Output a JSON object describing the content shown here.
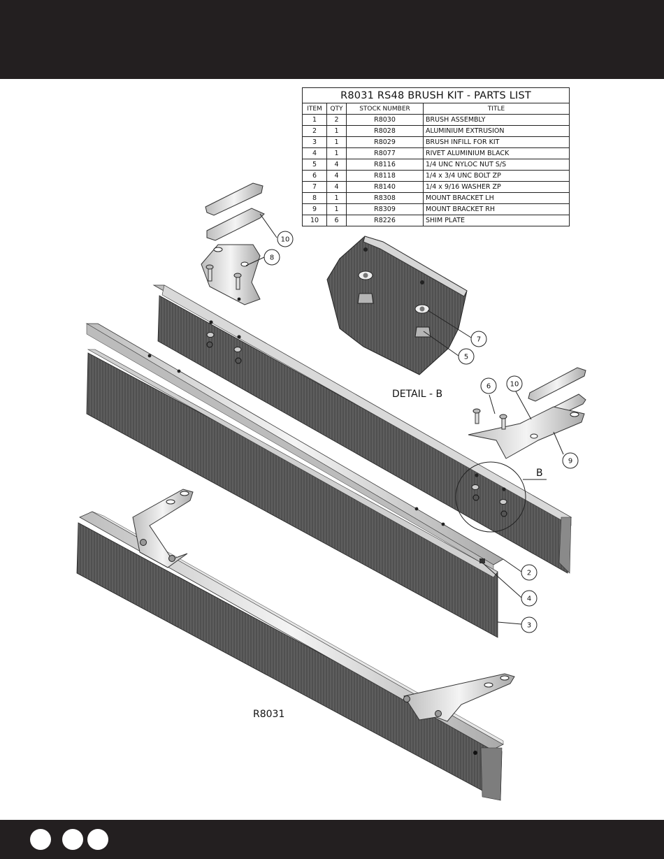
{
  "parts_list": {
    "title": "R8031 RS48 BRUSH KIT - PARTS LIST",
    "headers": [
      "ITEM",
      "QTY",
      "STOCK NUMBER",
      "TITLE"
    ],
    "rows": [
      [
        "1",
        "2",
        "R8030",
        "BRUSH ASSEMBLY"
      ],
      [
        "2",
        "1",
        "R8028",
        "ALUMINIUM EXTRUSION"
      ],
      [
        "3",
        "1",
        "R8029",
        "BRUSH INFILL FOR KIT"
      ],
      [
        "4",
        "1",
        "R8077",
        "RIVET ALUMINIUM BLACK"
      ],
      [
        "5",
        "4",
        "R8116",
        "1/4 UNC NYLOC NUT S/S"
      ],
      [
        "6",
        "4",
        "R8118",
        "1/4 x 3/4  UNC BOLT ZP"
      ],
      [
        "7",
        "4",
        "R8140",
        "1/4 x 9/16 WASHER ZP"
      ],
      [
        "8",
        "1",
        "R8308",
        "MOUNT BRACKET LH"
      ],
      [
        "9",
        "1",
        "R8309",
        "MOUNT BRACKET RH"
      ],
      [
        "10",
        "6",
        "R8226",
        "SHIM PLATE"
      ]
    ]
  },
  "drawing": {
    "detail_label": "DETAIL - B",
    "detail_marker": "B",
    "assembly_label": "R8031",
    "balloons": [
      "10",
      "8",
      "7",
      "5",
      "6",
      "10",
      "9",
      "2",
      "4",
      "3"
    ]
  },
  "colors": {
    "bar": "#231f20",
    "brush": "#5a5a5a",
    "metal": "#cfcfcf"
  }
}
